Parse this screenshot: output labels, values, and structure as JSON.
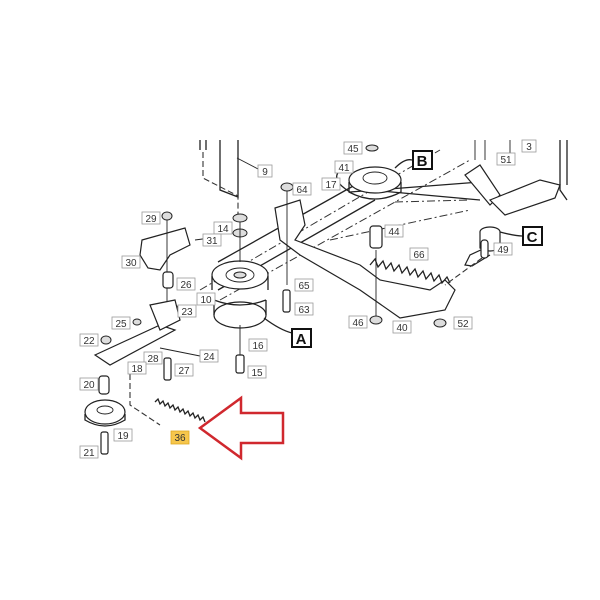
{
  "labels": {
    "l9": "9",
    "l64": "64",
    "l29": "29",
    "l14": "14",
    "l31": "31",
    "l30": "30",
    "l26": "26",
    "l10": "10",
    "l23": "23",
    "l65": "65",
    "l63": "63",
    "l25": "25",
    "l22": "22",
    "l24": "24",
    "l28": "28",
    "l16": "16",
    "l27": "27",
    "l18": "18",
    "l15": "15",
    "l20": "20",
    "l19": "19",
    "l36": "36",
    "l21": "21",
    "l45": "45",
    "l41": "41",
    "l17": "17",
    "l44": "44",
    "l66": "66",
    "l46": "46",
    "l40": "40",
    "l52": "52",
    "l3": "3",
    "l51": "51",
    "l49": "49"
  },
  "callouts": {
    "a": "A",
    "b": "B",
    "c": "C"
  },
  "highlight_color": "#f6c64c",
  "arrow_color": "#d0282e"
}
